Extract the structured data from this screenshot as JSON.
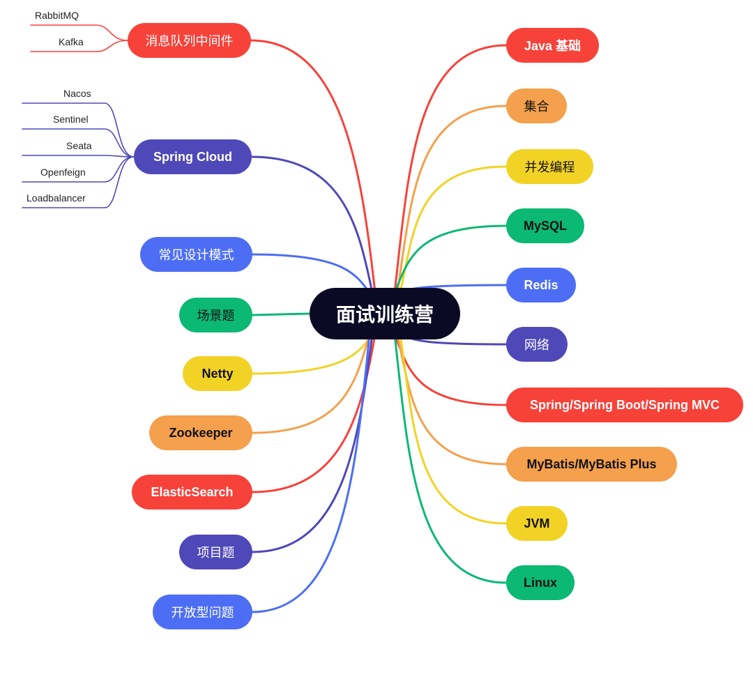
{
  "center": {
    "label": "面试训练营"
  },
  "colors": {
    "red": "#f7423a",
    "orange": "#f4a04c",
    "yellow": "#f2d325",
    "green": "#0bb874",
    "blue": "#4d6ef4",
    "indigo": "#4f48b8",
    "center": "#0b0a24"
  },
  "right_branches": [
    {
      "label": "Java 基础",
      "color": "red",
      "text": "light"
    },
    {
      "label": "集合",
      "color": "orange",
      "text": "dark"
    },
    {
      "label": "并发编程",
      "color": "yellow",
      "text": "dark"
    },
    {
      "label": "MySQL",
      "color": "green",
      "text": "dark"
    },
    {
      "label": "Redis",
      "color": "blue",
      "text": "light"
    },
    {
      "label": "网络",
      "color": "indigo",
      "text": "light"
    },
    {
      "label": "Spring/Spring Boot/Spring MVC",
      "color": "red",
      "text": "light"
    },
    {
      "label": "MyBatis/MyBatis Plus",
      "color": "orange",
      "text": "dark"
    },
    {
      "label": "JVM",
      "color": "yellow",
      "text": "dark"
    },
    {
      "label": "Linux",
      "color": "green",
      "text": "dark"
    }
  ],
  "left_branches": [
    {
      "label": "消息队列中间件",
      "color": "red",
      "text": "light",
      "children": [
        "RabbitMQ",
        "Kafka"
      ]
    },
    {
      "label": "Spring Cloud",
      "color": "indigo",
      "text": "light",
      "children": [
        "Nacos",
        "Sentinel",
        "Seata",
        "Openfeign",
        "Loadbalancer"
      ]
    },
    {
      "label": "常见设计模式",
      "color": "blue",
      "text": "light",
      "children": []
    },
    {
      "label": "场景题",
      "color": "green",
      "text": "dark",
      "children": []
    },
    {
      "label": "Netty",
      "color": "yellow",
      "text": "dark",
      "children": []
    },
    {
      "label": "Zookeeper",
      "color": "orange",
      "text": "dark",
      "children": []
    },
    {
      "label": "ElasticSearch",
      "color": "red",
      "text": "light",
      "children": []
    },
    {
      "label": "项目题",
      "color": "indigo",
      "text": "light",
      "children": []
    },
    {
      "label": "开放型问题",
      "color": "blue",
      "text": "light",
      "children": []
    }
  ]
}
